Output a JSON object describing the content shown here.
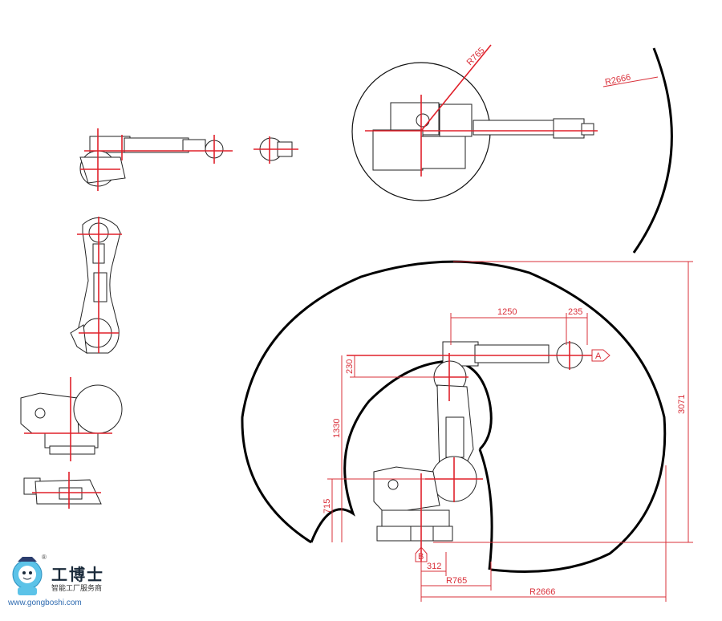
{
  "dimensions": {
    "r765_top": "R765",
    "r2666_top": "R2666",
    "d1250": "1250",
    "d235": "235",
    "d230": "230",
    "d1330": "1330",
    "d3071": "3071",
    "d312": "312",
    "r765_bottom": "R765",
    "r2666_bottom": "R2666",
    "d_left_small": "715"
  },
  "markers": {
    "a": "A",
    "b": "B"
  },
  "logo": {
    "brand": "工博士",
    "tagline": "智能工厂服务商",
    "url": "www.gongboshi.com",
    "registered": "®"
  },
  "colors": {
    "dimension_red": "#d9303a",
    "outline_black": "#111111"
  }
}
